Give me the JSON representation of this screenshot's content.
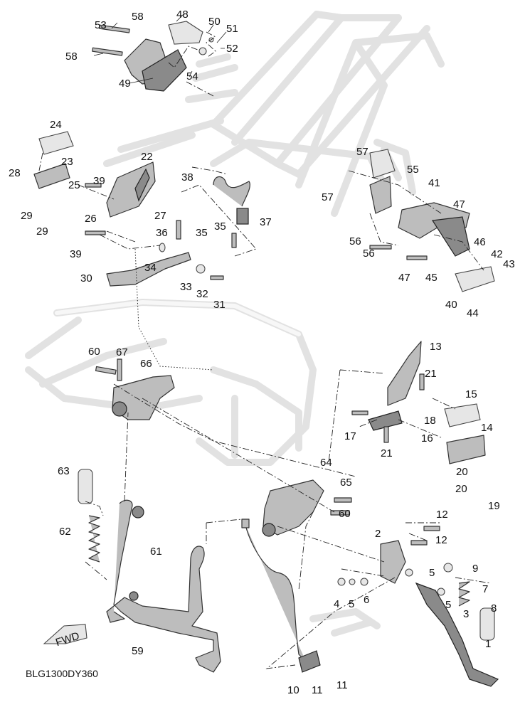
{
  "callouts": [
    {
      "id": "53",
      "label": "53"
    },
    {
      "id": "58a",
      "label": "58"
    },
    {
      "id": "48",
      "label": "48"
    },
    {
      "id": "50",
      "label": "50"
    },
    {
      "id": "51",
      "label": "51"
    },
    {
      "id": "52",
      "label": "52"
    },
    {
      "id": "58b",
      "label": "58"
    },
    {
      "id": "49",
      "label": "49"
    },
    {
      "id": "54",
      "label": "54"
    },
    {
      "id": "24",
      "label": "24"
    },
    {
      "id": "22",
      "label": "22"
    },
    {
      "id": "23",
      "label": "23"
    },
    {
      "id": "28",
      "label": "28"
    },
    {
      "id": "25",
      "label": "25"
    },
    {
      "id": "39a",
      "label": "39"
    },
    {
      "id": "38",
      "label": "38"
    },
    {
      "id": "29a",
      "label": "29"
    },
    {
      "id": "26",
      "label": "26"
    },
    {
      "id": "27",
      "label": "27"
    },
    {
      "id": "29b",
      "label": "29"
    },
    {
      "id": "36",
      "label": "36"
    },
    {
      "id": "35a",
      "label": "35"
    },
    {
      "id": "35b",
      "label": "35"
    },
    {
      "id": "37",
      "label": "37"
    },
    {
      "id": "39b",
      "label": "39"
    },
    {
      "id": "34",
      "label": "34"
    },
    {
      "id": "30",
      "label": "30"
    },
    {
      "id": "33",
      "label": "33"
    },
    {
      "id": "32",
      "label": "32"
    },
    {
      "id": "31",
      "label": "31"
    },
    {
      "id": "57a",
      "label": "57"
    },
    {
      "id": "55",
      "label": "55"
    },
    {
      "id": "57b",
      "label": "57"
    },
    {
      "id": "41",
      "label": "41"
    },
    {
      "id": "47a",
      "label": "47"
    },
    {
      "id": "56a",
      "label": "56"
    },
    {
      "id": "56b",
      "label": "56"
    },
    {
      "id": "46",
      "label": "46"
    },
    {
      "id": "42",
      "label": "42"
    },
    {
      "id": "43",
      "label": "43"
    },
    {
      "id": "47b",
      "label": "47"
    },
    {
      "id": "45",
      "label": "45"
    },
    {
      "id": "40",
      "label": "40"
    },
    {
      "id": "44",
      "label": "44"
    },
    {
      "id": "60a",
      "label": "60"
    },
    {
      "id": "67",
      "label": "67"
    },
    {
      "id": "66",
      "label": "66"
    },
    {
      "id": "13",
      "label": "13"
    },
    {
      "id": "21a",
      "label": "21"
    },
    {
      "id": "15",
      "label": "15"
    },
    {
      "id": "18",
      "label": "18"
    },
    {
      "id": "17",
      "label": "17"
    },
    {
      "id": "21b",
      "label": "21"
    },
    {
      "id": "16",
      "label": "16"
    },
    {
      "id": "14",
      "label": "14"
    },
    {
      "id": "20a",
      "label": "20"
    },
    {
      "id": "20b",
      "label": "20"
    },
    {
      "id": "19",
      "label": "19"
    },
    {
      "id": "63",
      "label": "63"
    },
    {
      "id": "64",
      "label": "64"
    },
    {
      "id": "65",
      "label": "65"
    },
    {
      "id": "60b",
      "label": "60"
    },
    {
      "id": "62",
      "label": "62"
    },
    {
      "id": "12a",
      "label": "12"
    },
    {
      "id": "12b",
      "label": "12"
    },
    {
      "id": "61",
      "label": "61"
    },
    {
      "id": "2",
      "label": "2"
    },
    {
      "id": "9",
      "label": "9"
    },
    {
      "id": "5a",
      "label": "5"
    },
    {
      "id": "7",
      "label": "7"
    },
    {
      "id": "4",
      "label": "4"
    },
    {
      "id": "5b",
      "label": "5"
    },
    {
      "id": "6",
      "label": "6"
    },
    {
      "id": "5c",
      "label": "5"
    },
    {
      "id": "3",
      "label": "3"
    },
    {
      "id": "8",
      "label": "8"
    },
    {
      "id": "1",
      "label": "1"
    },
    {
      "id": "59",
      "label": "59"
    },
    {
      "id": "10",
      "label": "10"
    },
    {
      "id": "11a",
      "label": "11"
    },
    {
      "id": "11b",
      "label": "11"
    }
  ],
  "fwd_arrow_label": "FWD",
  "diagram_code": "BLG1300DY360"
}
